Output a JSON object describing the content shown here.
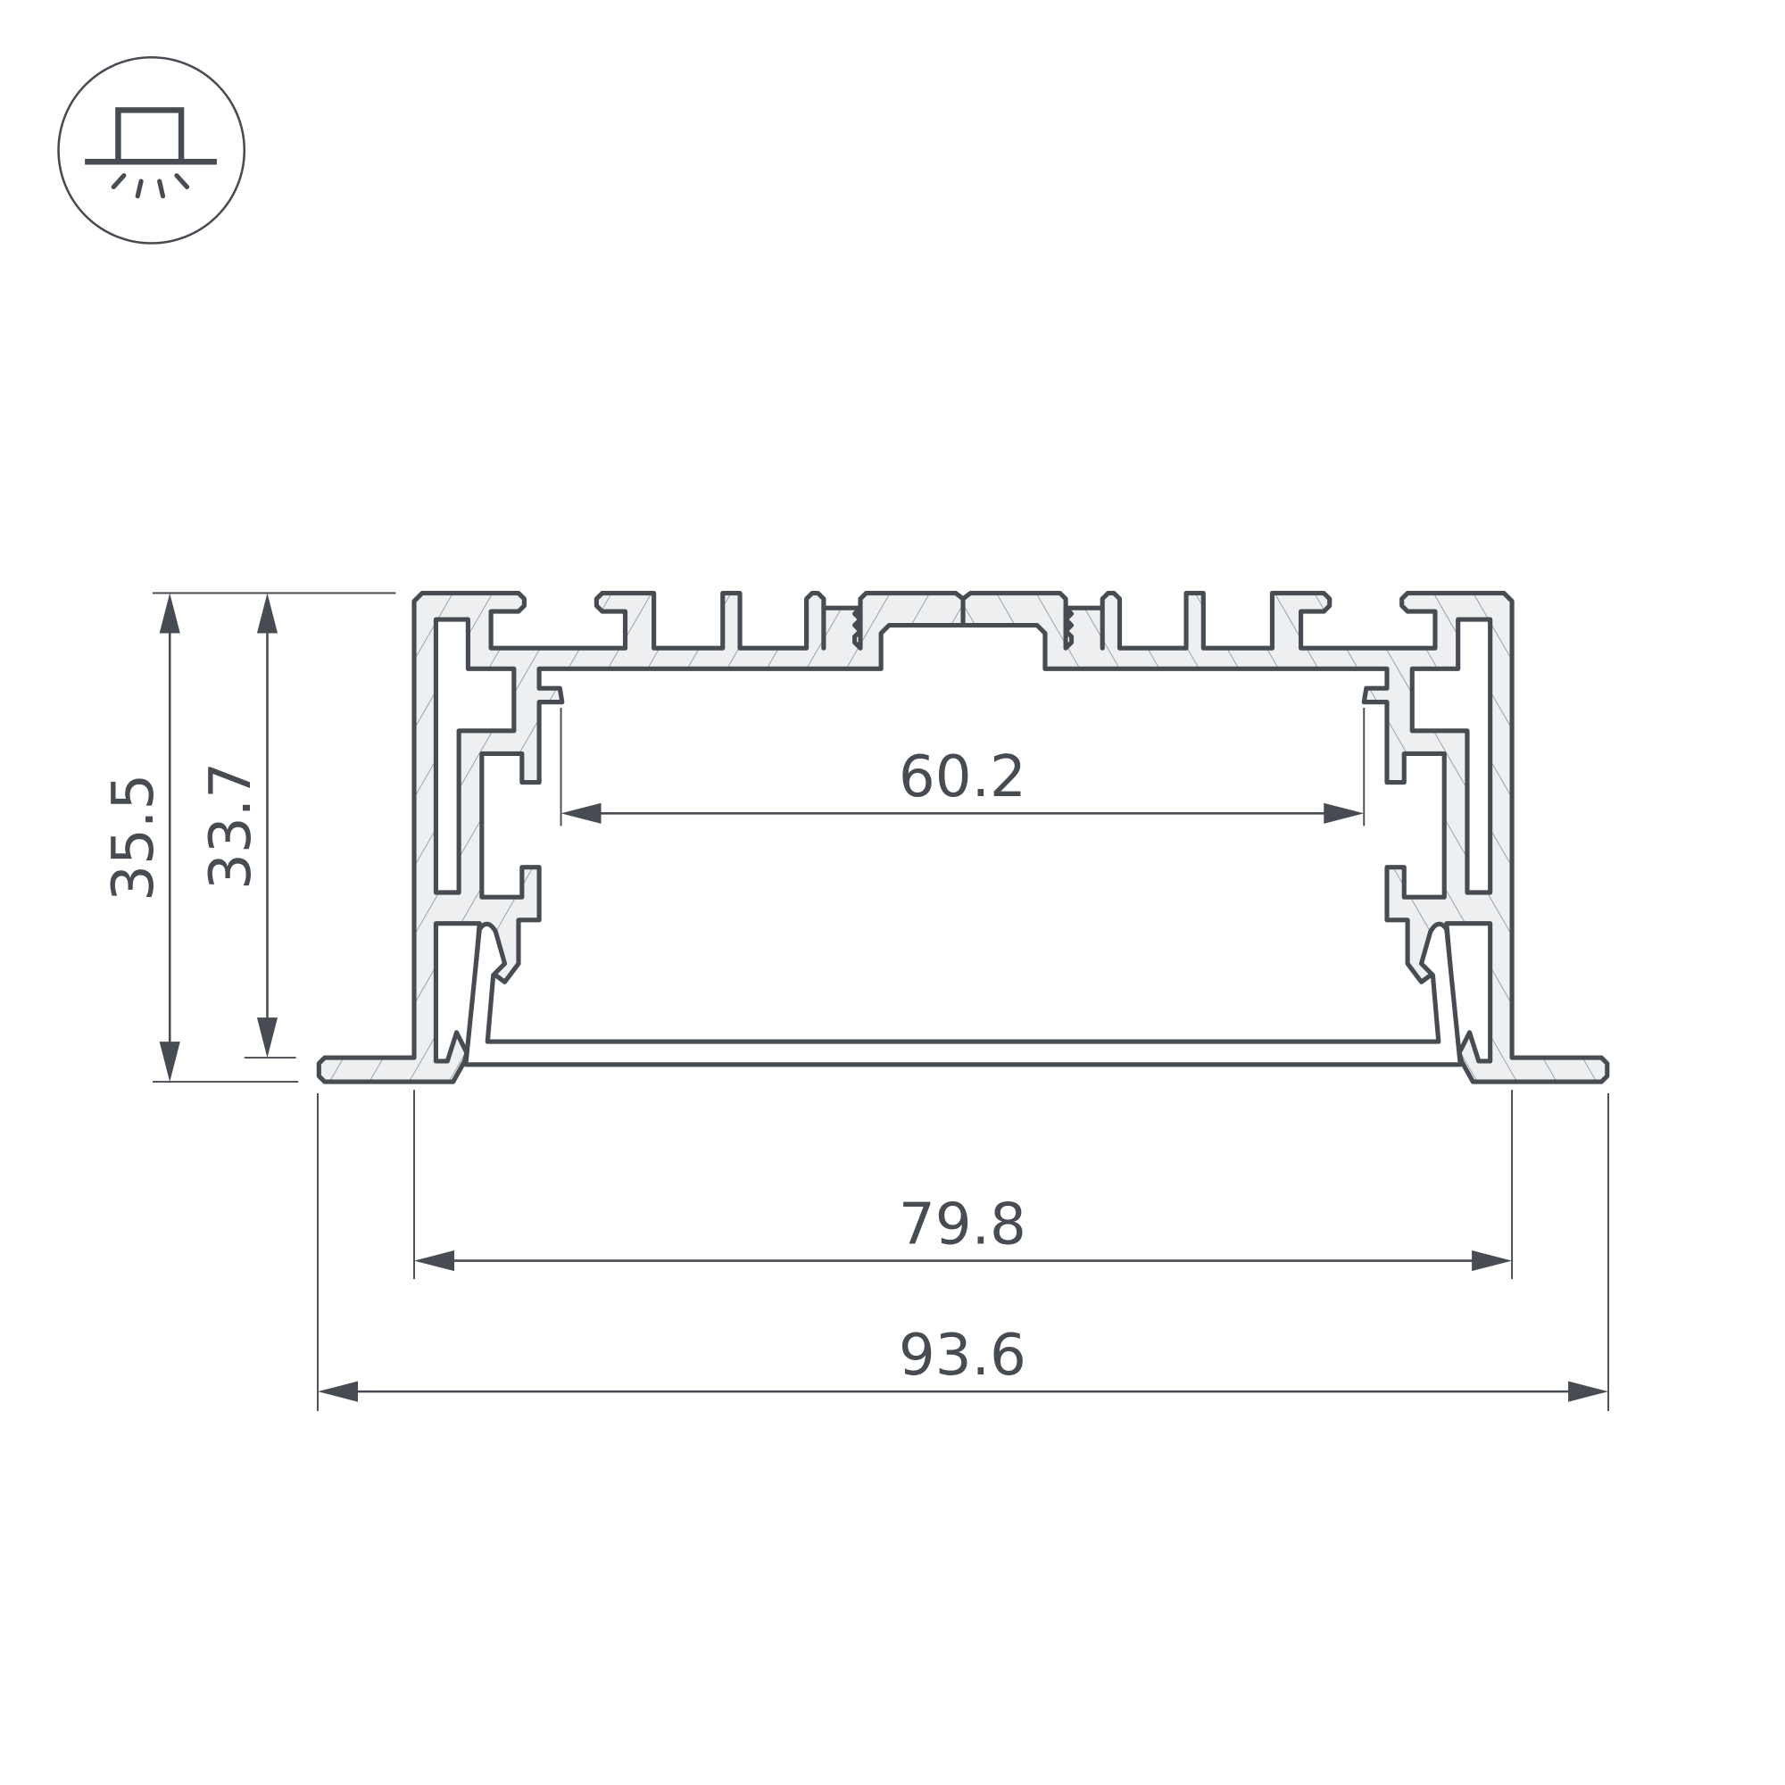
{
  "colors": {
    "line": "#474c52",
    "section_fill": "#eeeff0",
    "hatch": "#9aa0a6",
    "background": "#ffffff"
  },
  "icon": {
    "name": "recessed-ceiling-light-icon"
  },
  "dimensions": {
    "total_height": "35.5",
    "body_height": "33.7",
    "inner_width": "60.2",
    "body_width": "79.8",
    "flange_width": "93.6"
  }
}
